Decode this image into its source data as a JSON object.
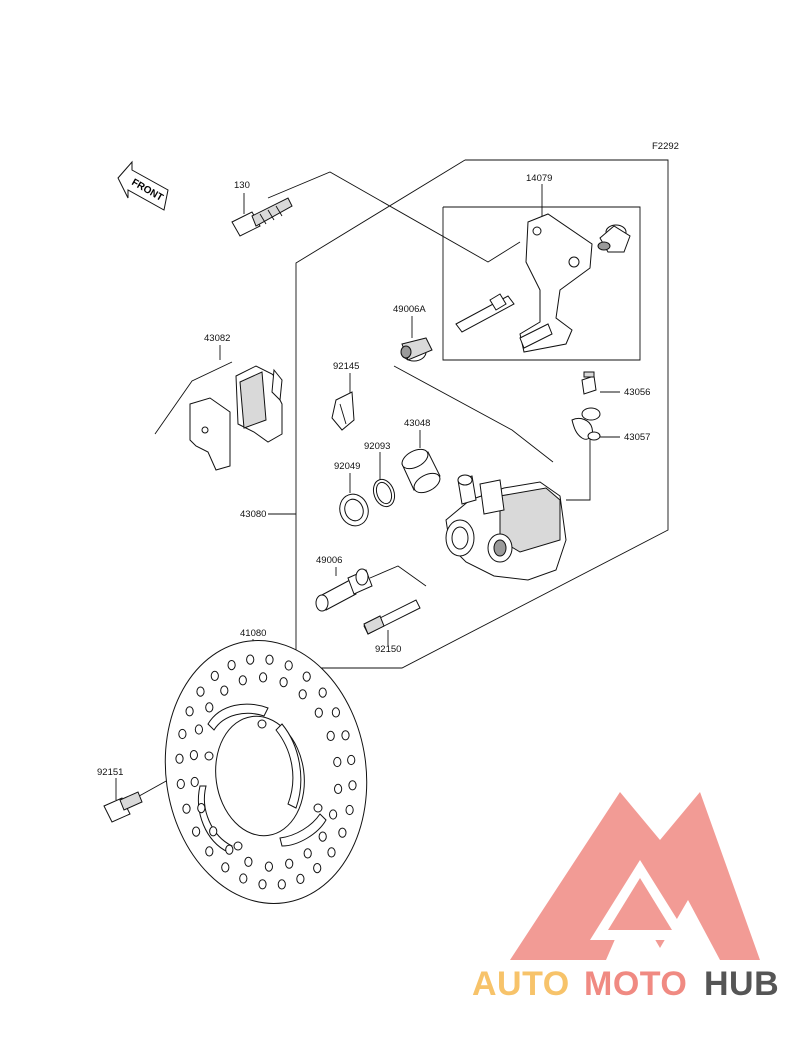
{
  "figure_code": "F2292",
  "front_arrow_text": "FRONT",
  "colors": {
    "line": "#111111",
    "watermark_red": "#f08a82",
    "watermark_orange": "#f7c36a",
    "watermark_grey": "#555555"
  },
  "parts": {
    "p130": "130",
    "p14079": "14079",
    "p49006A": "49006A",
    "p43082": "43082",
    "p92145": "92145",
    "p43056": "43056",
    "p43048": "43048",
    "p43057": "43057",
    "p92093": "92093",
    "p92049": "92049",
    "p43080": "43080",
    "p49006": "49006",
    "p92150": "92150",
    "p41080": "41080",
    "p92151": "92151"
  },
  "watermark": {
    "word1": "AUTO",
    "word2": "MOTO",
    "word3": "HUB"
  }
}
